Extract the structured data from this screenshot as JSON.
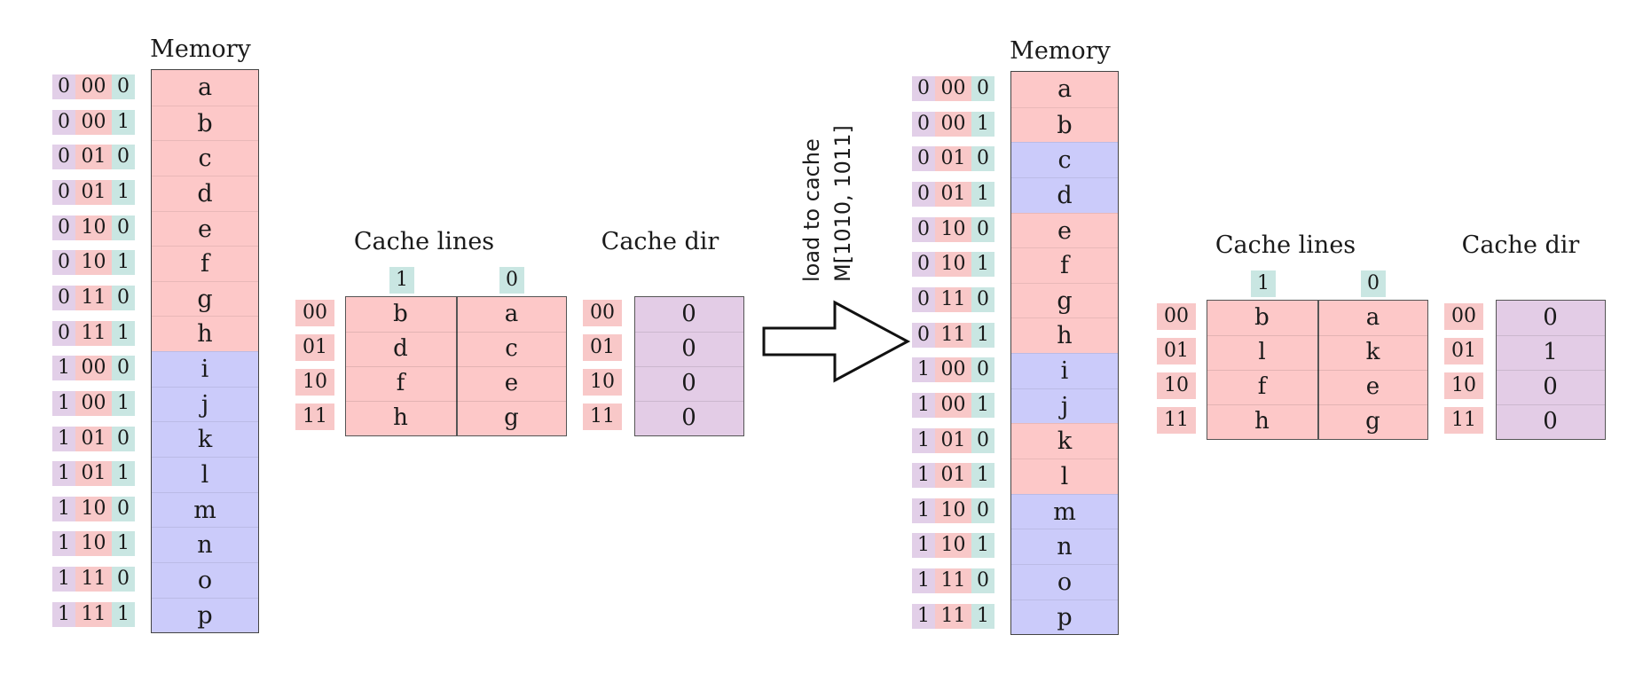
{
  "before": {
    "memory_title": "Memory",
    "addresses": [
      [
        "0",
        "00",
        "0"
      ],
      [
        "0",
        "00",
        "1"
      ],
      [
        "0",
        "01",
        "0"
      ],
      [
        "0",
        "01",
        "1"
      ],
      [
        "0",
        "10",
        "0"
      ],
      [
        "0",
        "10",
        "1"
      ],
      [
        "0",
        "11",
        "0"
      ],
      [
        "0",
        "11",
        "1"
      ],
      [
        "1",
        "00",
        "0"
      ],
      [
        "1",
        "00",
        "1"
      ],
      [
        "1",
        "01",
        "0"
      ],
      [
        "1",
        "01",
        "1"
      ],
      [
        "1",
        "10",
        "0"
      ],
      [
        "1",
        "10",
        "1"
      ],
      [
        "1",
        "11",
        "0"
      ],
      [
        "1",
        "11",
        "1"
      ]
    ],
    "memory_cells": [
      "a",
      "b",
      "c",
      "d",
      "e",
      "f",
      "g",
      "h",
      "i",
      "j",
      "k",
      "l",
      "m",
      "n",
      "o",
      "p"
    ],
    "memory_colors": [
      "r",
      "r",
      "r",
      "r",
      "r",
      "r",
      "r",
      "r",
      "b",
      "b",
      "b",
      "b",
      "b",
      "b",
      "b",
      "b"
    ],
    "cache_lines_title": "Cache lines",
    "col_headers": [
      "1",
      "0"
    ],
    "row_tags": [
      "00",
      "01",
      "10",
      "11"
    ],
    "cache_rows": [
      [
        "b",
        "a"
      ],
      [
        "d",
        "c"
      ],
      [
        "f",
        "e"
      ],
      [
        "h",
        "g"
      ]
    ],
    "cache_dir_title": "Cache dir",
    "dir_tags": [
      "00",
      "01",
      "10",
      "11"
    ],
    "dir_values": [
      "0",
      "0",
      "0",
      "0"
    ]
  },
  "arrow": {
    "line1": "load to cache",
    "line2": "M[1010, 1011]"
  },
  "after": {
    "memory_title": "Memory",
    "addresses": [
      [
        "0",
        "00",
        "0"
      ],
      [
        "0",
        "00",
        "1"
      ],
      [
        "0",
        "01",
        "0"
      ],
      [
        "0",
        "01",
        "1"
      ],
      [
        "0",
        "10",
        "0"
      ],
      [
        "0",
        "10",
        "1"
      ],
      [
        "0",
        "11",
        "0"
      ],
      [
        "0",
        "11",
        "1"
      ],
      [
        "1",
        "00",
        "0"
      ],
      [
        "1",
        "00",
        "1"
      ],
      [
        "1",
        "01",
        "0"
      ],
      [
        "1",
        "01",
        "1"
      ],
      [
        "1",
        "10",
        "0"
      ],
      [
        "1",
        "10",
        "1"
      ],
      [
        "1",
        "11",
        "0"
      ],
      [
        "1",
        "11",
        "1"
      ]
    ],
    "memory_cells": [
      "a",
      "b",
      "c",
      "d",
      "e",
      "f",
      "g",
      "h",
      "i",
      "j",
      "k",
      "l",
      "m",
      "n",
      "o",
      "p"
    ],
    "memory_colors": [
      "r",
      "r",
      "b",
      "b",
      "r",
      "r",
      "r",
      "r",
      "b",
      "b",
      "r",
      "r",
      "b",
      "b",
      "b",
      "b"
    ],
    "cache_lines_title": "Cache lines",
    "col_headers": [
      "1",
      "0"
    ],
    "row_tags": [
      "00",
      "01",
      "10",
      "11"
    ],
    "cache_rows": [
      [
        "b",
        "a"
      ],
      [
        "l",
        "k"
      ],
      [
        "f",
        "e"
      ],
      [
        "h",
        "g"
      ]
    ],
    "cache_dir_title": "Cache dir",
    "dir_tags": [
      "00",
      "01",
      "10",
      "11"
    ],
    "dir_values": [
      "0",
      "1",
      "0",
      "0"
    ]
  }
}
